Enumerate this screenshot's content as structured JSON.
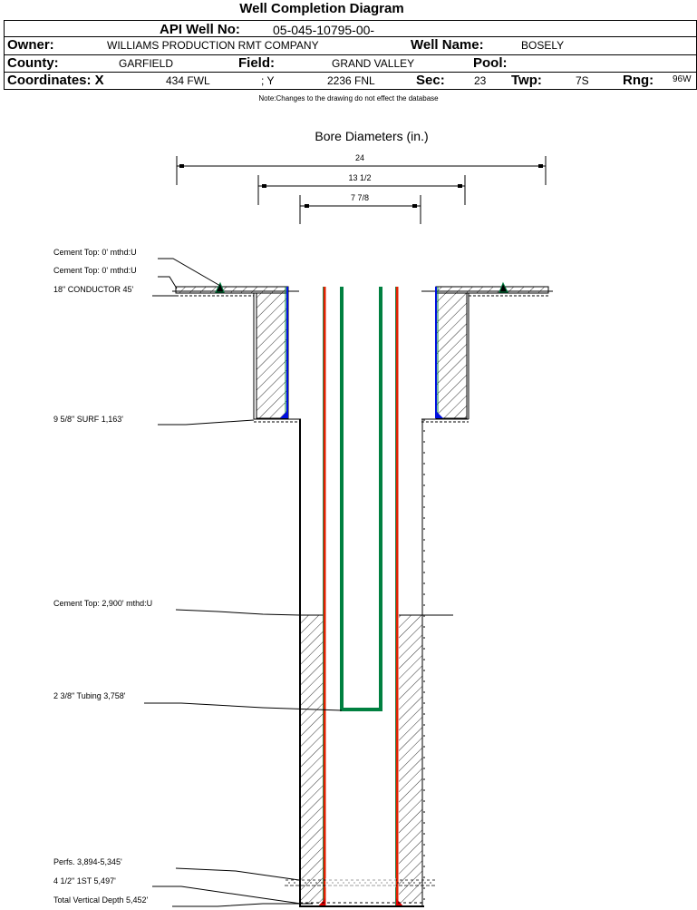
{
  "title": "Well Completion Diagram",
  "header": {
    "api_label": "API Well No:",
    "api_value": "05-045-10795-00-",
    "owner_label": "Owner:",
    "owner_value": "WILLIAMS PRODUCTION RMT COMPANY",
    "well_name_label": "Well Name:",
    "well_name_value": "BOSELY",
    "county_label": "County:",
    "county_value": "GARFIELD",
    "field_label": "Field:",
    "field_value": "GRAND VALLEY",
    "pool_label": "Pool:",
    "pool_value": "",
    "coord_x_label": "Coordinates: X",
    "coord_x_value": "434 FWL",
    "coord_y_label": "; Y",
    "coord_y_value": "2236 FNL",
    "sec_label": "Sec:",
    "sec_value": "23",
    "twp_label": "Twp:",
    "twp_value": "7S",
    "rng_label": "Rng:",
    "rng_value": "96W"
  },
  "note": "Note:Changes to the drawing do not effect the database",
  "bore": {
    "title": "Bore Diameters (in.)",
    "diameters": [
      "24",
      "13 1/2",
      "7 7/8"
    ]
  },
  "annotations": [
    "Cement Top: 0' mthd:U",
    "Cement Top: 0' mthd:U",
    "18\" CONDUCTOR  45'",
    "9 5/8\" SURF       1,163'",
    "Cement Top: 2,900' mthd:U",
    "2 3/8\" Tubing 3,758'",
    "Perfs. 3,894-5,345'",
    "4 1/2\" 1ST        5,497'",
    "Total Vertical Depth 5,452'"
  ],
  "colors": {
    "casing_red": "#e02000",
    "casing_green": "#008040",
    "tubing_green": "#008040",
    "shoe_blue": "#0010e0",
    "shoe_red": "#e00000"
  }
}
